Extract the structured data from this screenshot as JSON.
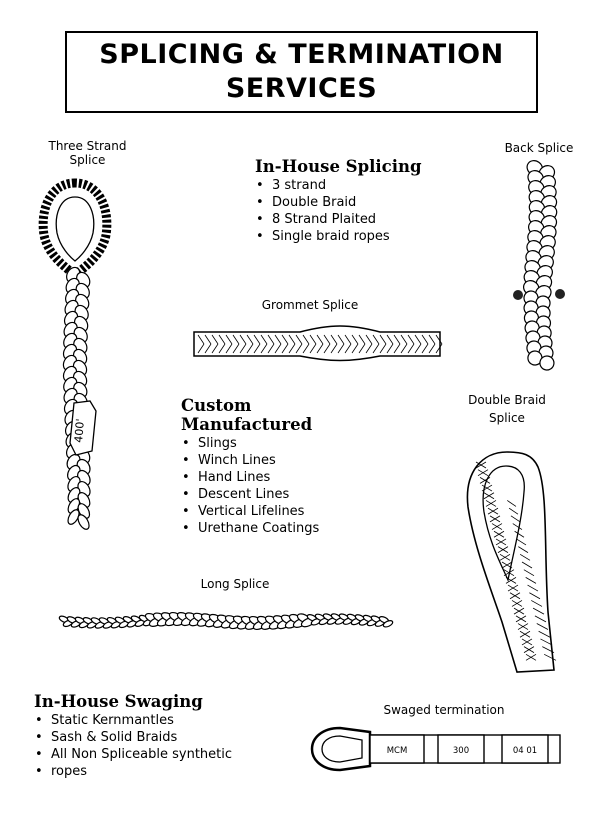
{
  "title": {
    "line1": "SPLICING & TERMINATION",
    "line2": "SERVICES"
  },
  "captions": {
    "three_strand_1": "Three Strand",
    "three_strand_2": "Splice",
    "back_splice": "Back Splice",
    "grommet_splice": "Grommet Splice",
    "double_braid_1": "Double Braid",
    "double_braid_2": "Splice",
    "long_splice": "Long Splice",
    "swaged_termination": "Swaged termination"
  },
  "tag_three_strand": "400'",
  "swage_labels": [
    "MCM",
    "300",
    "04 01"
  ],
  "inhouse_splicing": {
    "heading": "In-House Splicing",
    "items": [
      "3 strand",
      "Double Braid",
      "8 Strand Plaited",
      "Single braid ropes"
    ]
  },
  "custom_manufactured": {
    "heading_line1": "Custom",
    "heading_line2": "Manufactured",
    "items": [
      "Slings",
      "Winch Lines",
      "Hand Lines",
      "Descent Lines",
      "Vertical Lifelines",
      "Urethane Coatings"
    ]
  },
  "inhouse_swaging": {
    "heading": "In-House Swaging",
    "items": [
      "Static Kernmantles",
      "Sash & Solid Braids",
      "All Non Spliceable synthetic",
      "ropes"
    ]
  }
}
